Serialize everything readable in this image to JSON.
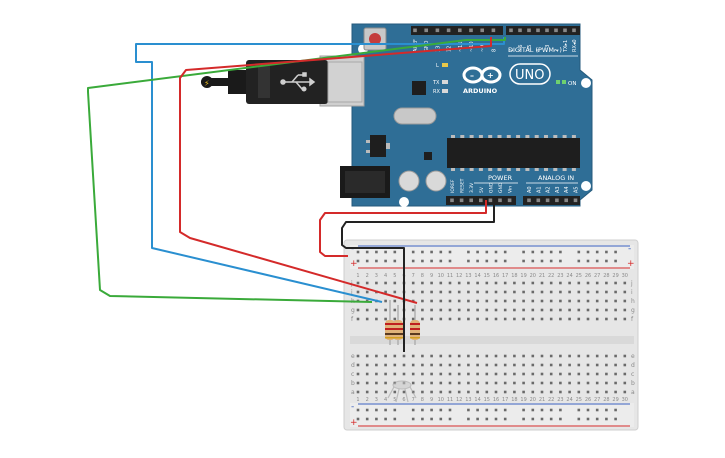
{
  "board": {
    "brand": "ARDUINO",
    "model": "UNO",
    "on_label": "ON",
    "digital_label": "DIGITAL (PWM~)",
    "power_label": "POWER",
    "analog_label": "ANALOG IN",
    "l_label": "L",
    "tx_label": "TX",
    "rx_label": "RX",
    "digital_pins": [
      "AREF",
      "GND",
      "13",
      "12",
      "~11",
      "~10",
      "~9",
      "8",
      "7",
      "~6",
      "~5",
      "4",
      "~3",
      "2",
      "TX▸1",
      "RX◂0"
    ],
    "power_pins": [
      "IOREF",
      "RESET",
      "3.3V",
      "5V",
      "GND",
      "GND",
      "Vin"
    ],
    "analog_pins": [
      "A0",
      "A1",
      "A2",
      "A3",
      "A4",
      "A5"
    ]
  },
  "breadboard": {
    "columns": [
      "1",
      "2",
      "3",
      "4",
      "5",
      "6",
      "7",
      "8",
      "9",
      "10",
      "11",
      "12",
      "13",
      "14",
      "15",
      "16",
      "17",
      "18",
      "19",
      "20",
      "21",
      "22",
      "23",
      "24",
      "25",
      "26",
      "27",
      "28",
      "29",
      "30"
    ],
    "rows_top": [
      "j",
      "i",
      "h",
      "g",
      "f"
    ],
    "rows_bottom": [
      "e",
      "d",
      "c",
      "b",
      "a"
    ],
    "rail_minus": "-",
    "rail_plus": "+"
  },
  "colors": {
    "board": "#2f6e96",
    "board_dark": "#245a7c",
    "wire_red": "#d42a2a",
    "wire_green": "#3aaa3a",
    "wire_blue": "#2a8fd0",
    "wire_black": "#222222",
    "breadboard": "#e8e8e8",
    "usb_body": "#222222",
    "usb_metal": "#cfcfcf"
  },
  "icons": [
    "usb-icon",
    "arduino-infinity-icon",
    "lightning-icon"
  ]
}
